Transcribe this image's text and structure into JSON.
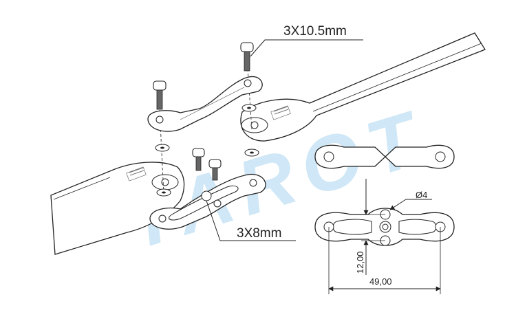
{
  "labels": {
    "screw_long": "3X10.5mm",
    "screw_short": "3X8mm",
    "hole_diameter": "Ø4",
    "dim_height": "12,00",
    "dim_width": "49,00"
  },
  "watermark": {
    "text": "TAROT",
    "color": "#bfe0f3"
  },
  "colors": {
    "line": "#222222",
    "blade_fill": "#ffffff",
    "screw_fill": "#555555"
  },
  "icons": [
    "screw-icon",
    "washer-icon",
    "blade-clamp-icon",
    "propeller-blade-icon"
  ]
}
